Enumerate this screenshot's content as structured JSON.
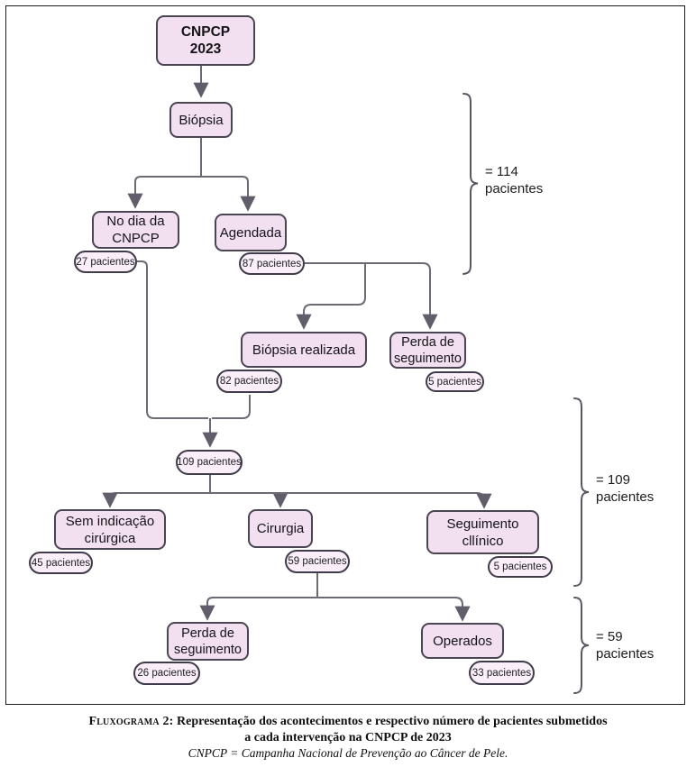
{
  "colors": {
    "box_fill": "#f2dff0",
    "pill_fill": "#faeef9",
    "box_border": "#4a4553",
    "pill_border": "#3f3b4a",
    "line": "#6d6a75",
    "arrow": "#615d6a",
    "brace": "#595562"
  },
  "nodes": {
    "cnpcp": {
      "label": "CNPCP\n2023"
    },
    "biopsia": {
      "label": "Biópsia"
    },
    "no_dia": {
      "label": "No dia da\nCNPCP"
    },
    "agendada": {
      "label": "Agendada"
    },
    "biopsia_realizada": {
      "label": "Biópsia realizada"
    },
    "perda_seguimento_1": {
      "label": "Perda de\nseguimento"
    },
    "sem_indicacao": {
      "label": "Sem indicação\ncirúrgica"
    },
    "cirurgia": {
      "label": "Cirurgia"
    },
    "seguimento_clinico": {
      "label": "Seguimento\ncllínico"
    },
    "perda_seguimento_2": {
      "label": "Perda de\nseguimento"
    },
    "operados": {
      "label": "Operados"
    }
  },
  "pills": {
    "p27": {
      "label": "27 pacientes"
    },
    "p87": {
      "label": "87 pacientes"
    },
    "p82": {
      "label": "82 pacientes"
    },
    "p5a": {
      "label": "5 pacientes"
    },
    "p109": {
      "label": "109 pacientes"
    },
    "p45": {
      "label": "45 pacientes"
    },
    "p59": {
      "label": "59 pacientes"
    },
    "p5b": {
      "label": "5 pacientes"
    },
    "p26": {
      "label": "26 pacientes"
    },
    "p33": {
      "label": "33 pacientes"
    }
  },
  "braces": {
    "b114": {
      "label": "= 114\npacientes"
    },
    "b109": {
      "label": "= 109\npacientes"
    },
    "b59": {
      "label": "= 59\npacientes"
    }
  },
  "caption": {
    "fig_label": "Fluxograma 2:",
    "line1": " Representação dos acontecimentos e respectivo número de pacientes submetidos",
    "line2": "a cada intervenção na CNPCP de 2023",
    "line3": "CNPCP = Campanha Nacional de Prevenção ao Câncer de Pele."
  }
}
